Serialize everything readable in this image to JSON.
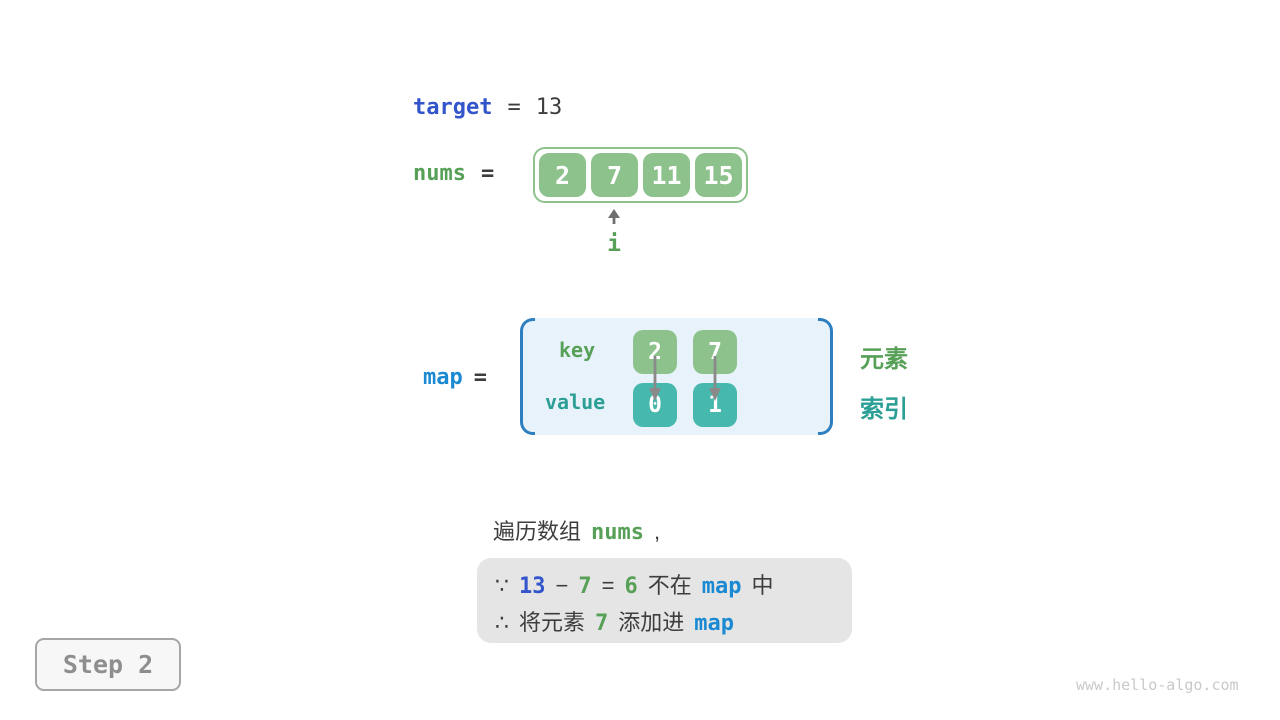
{
  "target_row": {
    "label": "target",
    "equals": "=",
    "value": "13"
  },
  "nums_row": {
    "label": "nums",
    "equals": "=",
    "values": [
      "2",
      "7",
      "11",
      "15"
    ],
    "pointer_label": "i"
  },
  "map_row": {
    "label": "map",
    "equals": "=",
    "key_label": "key",
    "value_label": "value",
    "keys": [
      "2",
      "7"
    ],
    "values": [
      "0",
      "1"
    ],
    "element_label": "元素",
    "index_label": "索引"
  },
  "caption": {
    "text": "遍历数组",
    "code": "nums",
    "comma": ","
  },
  "note_box": {
    "line1": {
      "because": "∵",
      "num1": "13",
      "minus": "−",
      "num2": "7",
      "equals": "=",
      "num3": "6",
      "text1": "不在",
      "code": "map",
      "text2": "中"
    },
    "line2": {
      "therefore": "∴",
      "text1": "将元素",
      "num1": "7",
      "text2": "添加进",
      "code": "map"
    }
  },
  "step_badge": {
    "label": "Step 2"
  },
  "watermark": "www.hello-algo.com",
  "colors": {
    "royal_blue": "#3355cb",
    "bright_blue": "#1b8ad2",
    "green_text": "#57a057",
    "green_fill": "#8dc28d",
    "teal_fill": "#46b8ae",
    "teal_text": "#2b9f95",
    "bracket_blue": "#2e7fc0",
    "map_bg": "#e7f2fa",
    "note_bg": "#e5e5e5",
    "dark_text": "#3d3d3d"
  }
}
